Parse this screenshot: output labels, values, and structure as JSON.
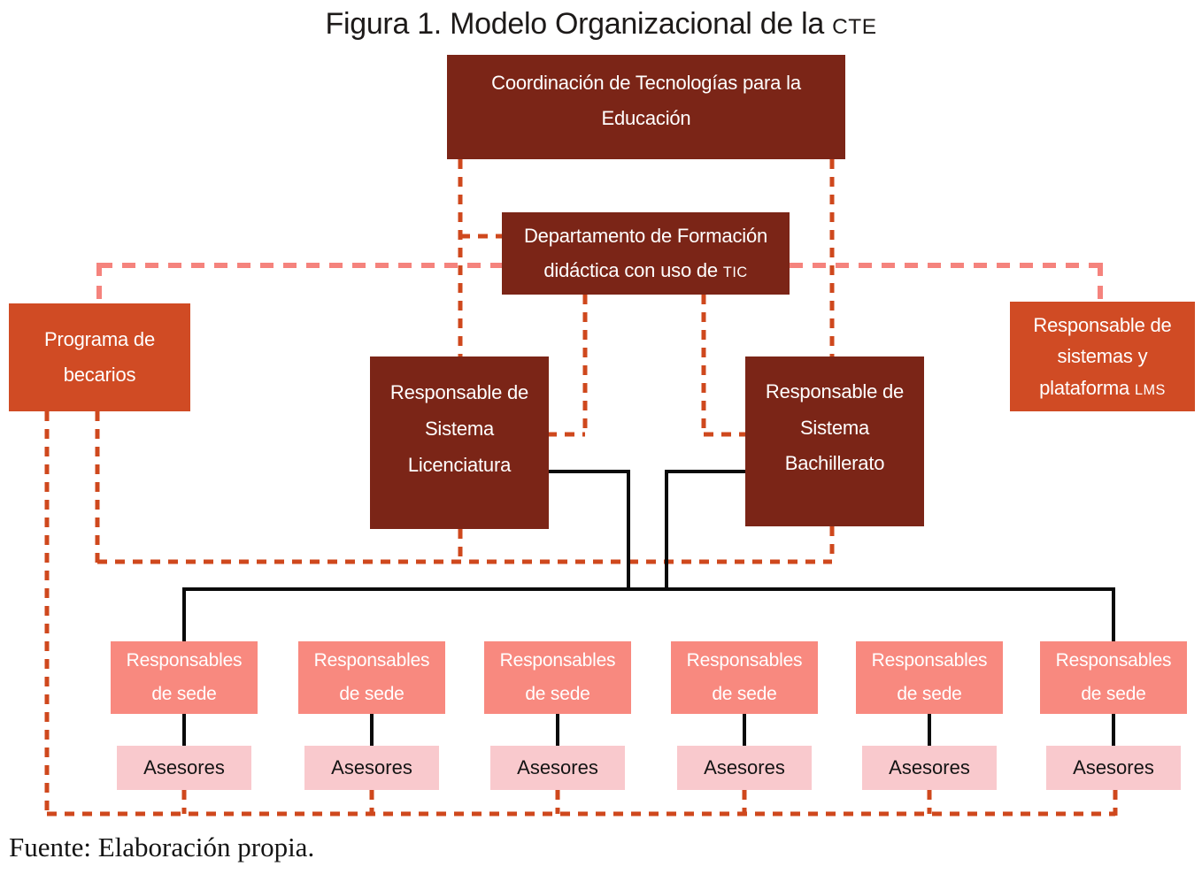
{
  "figure": {
    "title_main": "Figura 1. Modelo Organizacional de la ",
    "title_acronym": "CTE",
    "source_note": "Fuente: Elaboración propia."
  },
  "nodes": {
    "coordinacion": "Coordinación de Tecnologías para la Educación",
    "departamento_main": "Departamento de Formación didáctica con uso de ",
    "departamento_acronym": "TIC",
    "programa": "Programa de becarios",
    "sistemas_main": "Responsable de sistemas y plataforma ",
    "sistemas_acronym": "LMS",
    "licenciatura": "Responsable de Sistema Licenciatura",
    "bachillerato": "Responsable de Sistema Bachillerato"
  },
  "branches": [
    {
      "sede": "Responsables de sede",
      "asesores": "Asesores"
    },
    {
      "sede": "Responsables de sede",
      "asesores": "Asesores"
    },
    {
      "sede": "Responsables de sede",
      "asesores": "Asesores"
    },
    {
      "sede": "Responsables de sede",
      "asesores": "Asesores"
    },
    {
      "sede": "Responsables de sede",
      "asesores": "Asesores"
    },
    {
      "sede": "Responsables de sede",
      "asesores": "Asesores"
    }
  ],
  "colors": {
    "dark_maroon": "#7b2517",
    "orange": "#d04b24",
    "salmon": "#f8897f",
    "light_pink": "#f9c9cd",
    "pink_dash": "#f5837d",
    "orange_dash": "#cf481d",
    "line_black": "#0a0a0a"
  }
}
